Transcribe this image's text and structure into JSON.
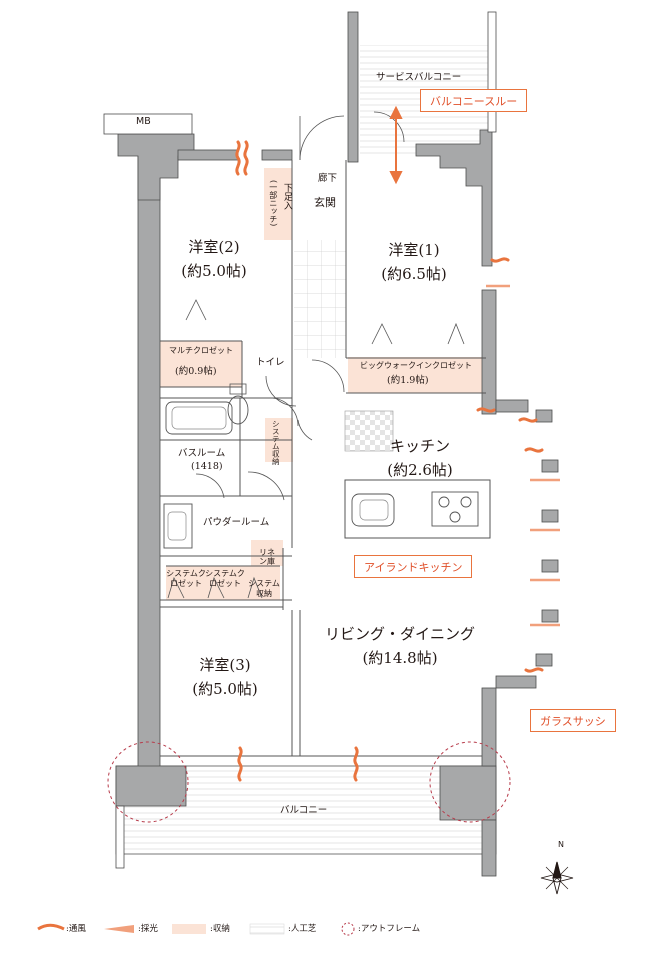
{
  "rooms": {
    "western_room_2": {
      "name": "洋室(2)",
      "size": "(約5.0帖)"
    },
    "western_room_1": {
      "name": "洋室(1)",
      "size": "(約6.5帖)"
    },
    "western_room_3": {
      "name": "洋室(3)",
      "size": "(約5.0帖)"
    },
    "kitchen": {
      "name": "キッチン",
      "size": "(約2.6帖)"
    },
    "living_dining": {
      "name": "リビング・ダイニング",
      "size": "(約14.8帖)"
    }
  },
  "labels": {
    "mb": "MB",
    "service_balcony": "サービスバルコニー",
    "hallway": "廊下",
    "entrance": "玄関",
    "shoe_storage": "下足入",
    "shoe_storage_note": "(一部ニッチ)",
    "multi_closet": "マルチクロゼット",
    "multi_closet_size": "(約0.9帖)",
    "toilet": "トイレ",
    "walk_in_closet": "ビッグウォークインクロゼット",
    "walk_in_closet_size": "(約1.9帖)",
    "system_storage_vertical": "システム収納",
    "bathroom": "バスルーム",
    "bathroom_size": "(1418)",
    "powder_room": "パウダールーム",
    "linen": "リネン庫",
    "system_closet_a": "システムクロゼット",
    "system_closet_b": "システムクロゼット",
    "system_storage": "システム収納",
    "balcony": "バルコニー"
  },
  "tags": {
    "balcony_through": "バルコニースルー",
    "island_kitchen": "アイランドキッチン",
    "glass_sash": "ガラスサッシ"
  },
  "compass": {
    "north": "N"
  },
  "legend": {
    "ventilation": ":通風",
    "daylight": ":採光",
    "storage": ":収納",
    "artificial_turf": ":人工芝",
    "outframe": ":アウトフレーム"
  },
  "colors": {
    "accent": "#e9743e",
    "storage_fill": "#fbe3d6",
    "wall_fill": "#a7a8a9",
    "ink": "#231815"
  }
}
